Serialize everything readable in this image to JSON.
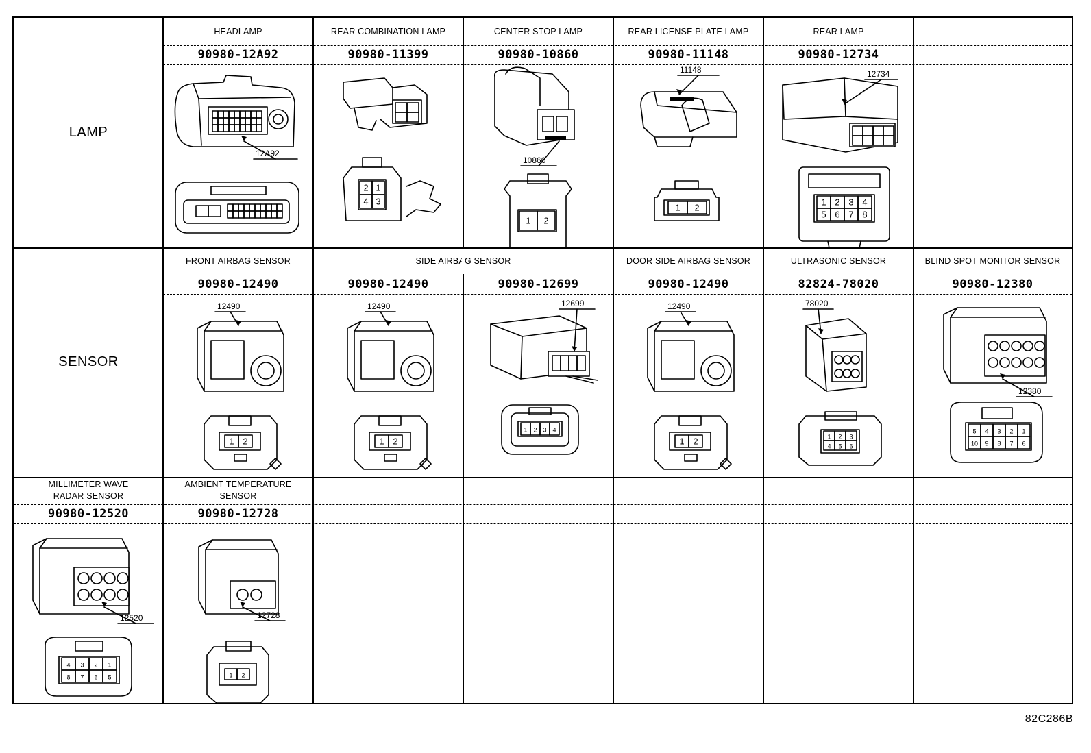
{
  "rows": [
    {
      "title": "LAMP",
      "cells": [
        {
          "label": "HEADLAMP",
          "part_number": "90980-12A92",
          "callout": "12A92",
          "shape": "headlamp",
          "pins": []
        },
        {
          "label": "REAR COMBINATION LAMP",
          "part_number": "90980-11399",
          "callout": "",
          "shape": "plug2x2",
          "pins": [
            "2",
            "1",
            "4",
            "3"
          ]
        },
        {
          "label": "CENTER STOP LAMP",
          "part_number": "90980-10860",
          "callout": "10860",
          "shape": "twopin_tall",
          "pins": [
            "1",
            "2"
          ]
        },
        {
          "label": "REAR LICENSE PLATE LAMP",
          "part_number": "90980-11148",
          "callout": "11148",
          "shape": "twopin_flat",
          "pins": [
            "1",
            "2"
          ]
        },
        {
          "label": "REAR LAMP",
          "part_number": "90980-12734",
          "callout": "12734",
          "shape": "eightpin",
          "pins": [
            "1",
            "2",
            "3",
            "4",
            "5",
            "6",
            "7",
            "8"
          ]
        },
        {
          "label": "",
          "part_number": "",
          "callout": "",
          "shape": "none",
          "pins": []
        }
      ]
    },
    {
      "title": "SENSOR",
      "cells": [
        {
          "label": "FRONT AIRBAG SENSOR",
          "part_number": "90980-12490",
          "callout": "12490",
          "shape": "airbag",
          "pins": [
            "1",
            "2"
          ]
        },
        {
          "label": "SIDE AIRBAG SENSOR",
          "part_number": "90980-12490",
          "callout": "12490",
          "shape": "airbag",
          "pins": [
            "1",
            "2"
          ]
        },
        {
          "label": "",
          "part_number": "90980-12699",
          "callout": "12699",
          "shape": "fourpin",
          "pins": [
            "1",
            "2",
            "3",
            "4"
          ]
        },
        {
          "label": "DOOR SIDE AIRBAG SENSOR",
          "part_number": "90980-12490",
          "callout": "12490",
          "shape": "airbag",
          "pins": [
            "1",
            "2"
          ]
        },
        {
          "label": "ULTRASONIC SENSOR",
          "part_number": "82824-78020",
          "callout": "78020",
          "shape": "sixpin",
          "pins": [
            "1",
            "2",
            "3",
            "4",
            "5",
            "6"
          ]
        },
        {
          "label": "BLIND SPOT MONITOR SENSOR",
          "part_number": "90980-12380",
          "callout": "12380",
          "shape": "tenpin",
          "pins": [
            "5",
            "4",
            "3",
            "2",
            "1",
            "10",
            "9",
            "8",
            "7",
            "6"
          ]
        }
      ]
    },
    {
      "title": "",
      "cells": [
        {
          "label": "MILLIMETER WAVE\nRADAR SENSOR",
          "part_number": "90980-12520",
          "callout": "12520",
          "shape": "radar",
          "pins": [
            "4",
            "3",
            "2",
            "1",
            "8",
            "7",
            "6",
            "5"
          ]
        },
        {
          "label": "AMBIENT TEMPERATURE\nSENSOR",
          "part_number": "90980-12728",
          "callout": "12728",
          "shape": "ambient",
          "pins": [
            "1",
            "2"
          ]
        },
        {
          "label": "",
          "part_number": "",
          "callout": "",
          "shape": "none",
          "pins": []
        },
        {
          "label": "",
          "part_number": "",
          "callout": "",
          "shape": "none",
          "pins": []
        },
        {
          "label": "",
          "part_number": "",
          "callout": "",
          "shape": "none",
          "pins": []
        },
        {
          "label": "",
          "part_number": "",
          "callout": "",
          "shape": "none",
          "pins": []
        }
      ]
    }
  ],
  "figure_id": "82C286B"
}
